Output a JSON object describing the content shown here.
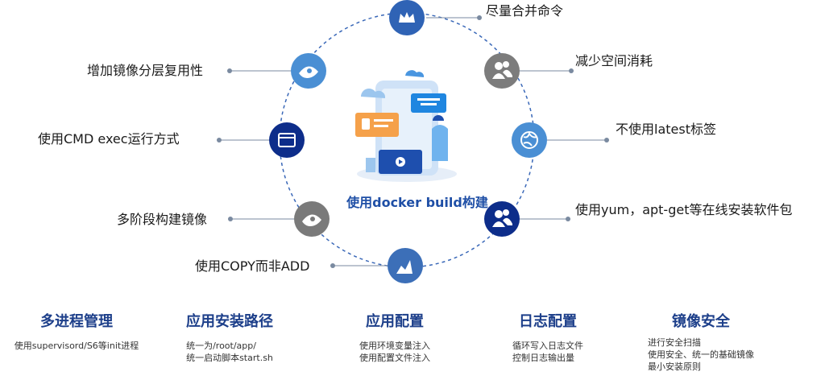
{
  "center": {
    "title": "使用docker build构建"
  },
  "nodes": [
    {
      "label": "尽量合并命令",
      "icon": "crown-icon",
      "color": "#2f63b5"
    },
    {
      "label": "减少空间消耗",
      "icon": "users-icon",
      "color": "#7c7c7c"
    },
    {
      "label": "不使用latest标签",
      "icon": "globe-icon",
      "color": "#4a8fd4"
    },
    {
      "label": "使用yum，apt-get等在线安装软件包",
      "icon": "users-icon",
      "color": "#0d2d8a"
    },
    {
      "label": "使用COPY而非ADD",
      "icon": "chart-icon",
      "color": "#3c6fb8"
    },
    {
      "label": "多阶段构建镜像",
      "icon": "eye-icon",
      "color": "#7a7a7a"
    },
    {
      "label": "使用CMD exec运行方式",
      "icon": "window-icon",
      "color": "#0d2d8a"
    },
    {
      "label": "增加镜像分层复用性",
      "icon": "eye-icon",
      "color": "#4a8fd4"
    }
  ],
  "bottom": [
    {
      "heading": "多进程管理",
      "lines": [
        "使用supervisord/S6等init进程"
      ]
    },
    {
      "heading": "应用安装路径",
      "lines": [
        "统一为/root/app/",
        "统一启动脚本start.sh"
      ]
    },
    {
      "heading": "应用配置",
      "lines": [
        "使用环境变量注入",
        "使用配置文件注入"
      ]
    },
    {
      "heading": "日志配置",
      "lines": [
        "循环写入日志文件",
        "控制日志输出量"
      ]
    },
    {
      "heading": "镜像安全",
      "lines": [
        "进行安全扫描",
        "使用安全、统一的基础镜像",
        "最小安装原则"
      ]
    }
  ]
}
